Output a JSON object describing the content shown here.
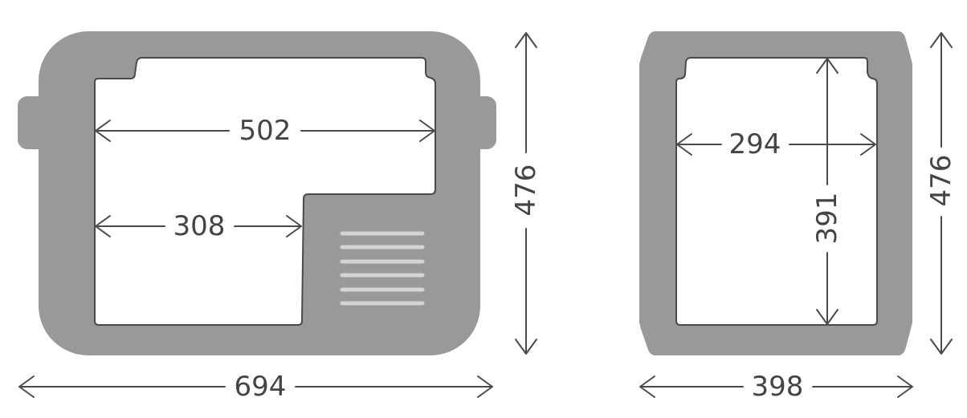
{
  "side_view": {
    "inner_width_top": "502",
    "inner_width_bottom": "308",
    "outer_height": "476",
    "outer_width": "694"
  },
  "front_view": {
    "inner_width": "294",
    "inner_height": "391",
    "outer_height": "476",
    "outer_width": "398"
  },
  "colors": {
    "body": "#999999",
    "outline": "#4a4a4a",
    "vent": "#d4d4d4"
  }
}
